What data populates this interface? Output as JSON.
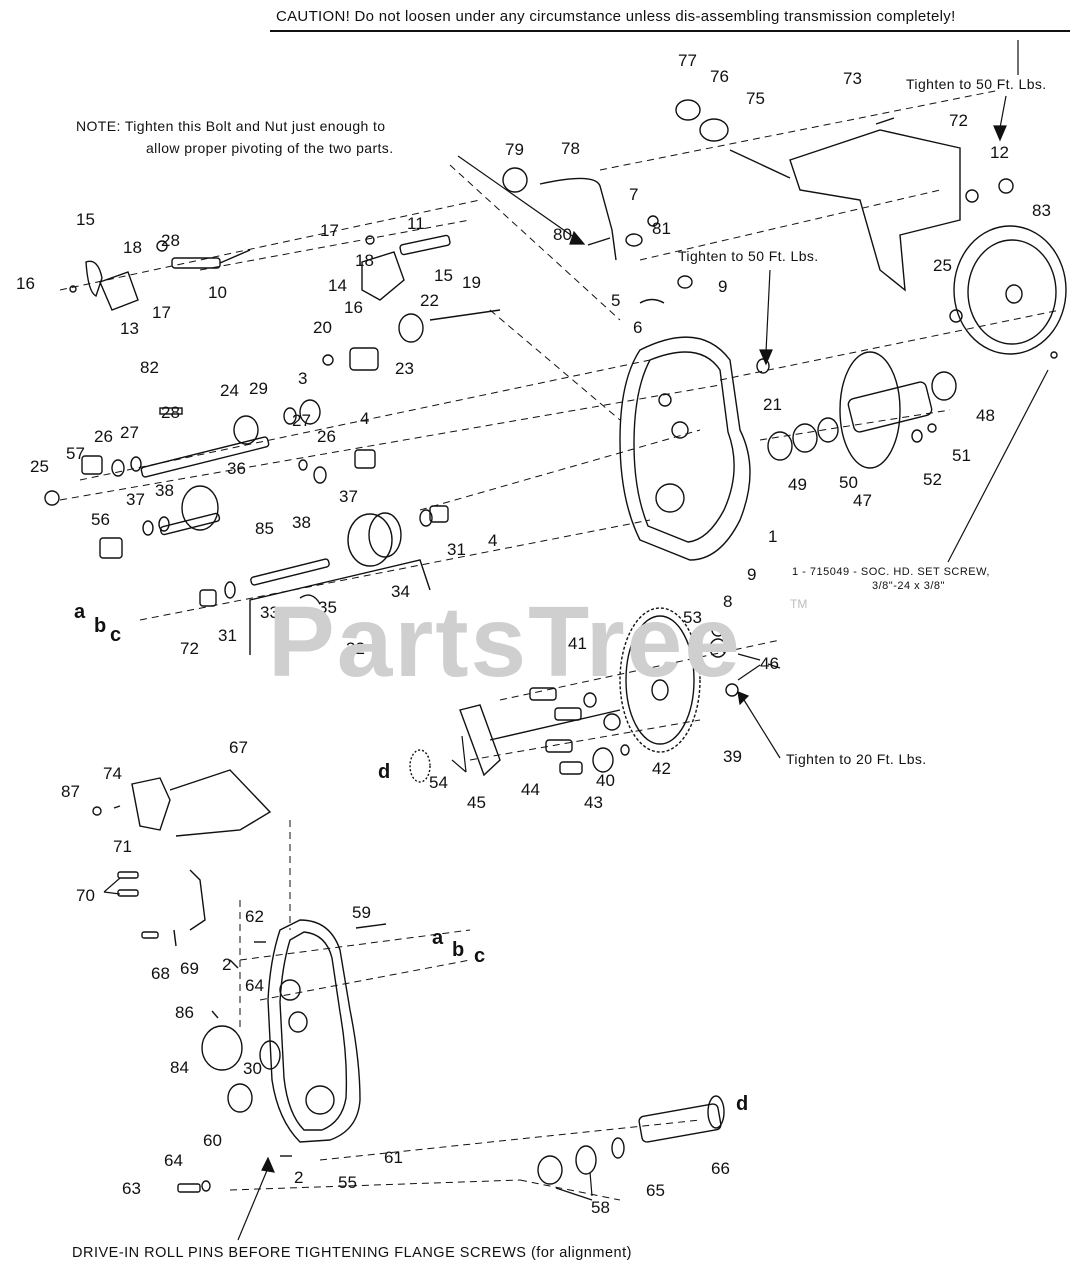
{
  "notes": {
    "caution": "CAUTION! Do not loosen under any circumstance unless dis-assembling transmission completely!",
    "bolt_note_line1": "NOTE: Tighten this Bolt and Nut just enough to",
    "bolt_note_line2": "allow proper pivoting of the two parts.",
    "torque_50_top": "Tighten to 50 Ft. Lbs.",
    "torque_50_mid": "Tighten to 50 Ft. Lbs.",
    "torque_20": "Tighten to 20 Ft. Lbs.",
    "set_screw_line1": "1 - 715049 - SOC. HD. SET SCREW,",
    "set_screw_line2": "3/8\"-24 x 3/8\"",
    "roll_pins": "DRIVE-IN ROLL PINS BEFORE TIGHTENING FLANGE SCREWS (for alignment)"
  },
  "watermark": {
    "text": "PartsTree",
    "tm": "TM"
  },
  "alignment_refs": [
    "a",
    "b",
    "c",
    "d"
  ],
  "part_numbers": [
    "1",
    "2",
    "3",
    "4",
    "5",
    "6",
    "7",
    "8",
    "9",
    "10",
    "11",
    "12",
    "13",
    "14",
    "15",
    "16",
    "17",
    "18",
    "19",
    "20",
    "21",
    "22",
    "23",
    "24",
    "25",
    "26",
    "27",
    "28",
    "29",
    "30",
    "31",
    "32",
    "33",
    "34",
    "35",
    "36",
    "37",
    "38",
    "39",
    "40",
    "41",
    "42",
    "43",
    "44",
    "45",
    "46",
    "47",
    "48",
    "49",
    "50",
    "51",
    "52",
    "53",
    "54",
    "55",
    "56",
    "57",
    "58",
    "59",
    "60",
    "61",
    "62",
    "63",
    "64",
    "65",
    "66",
    "67",
    "68",
    "69",
    "70",
    "71",
    "72",
    "73",
    "74",
    "75",
    "76",
    "77",
    "78",
    "79",
    "80",
    "81",
    "82",
    "83",
    "84",
    "85",
    "86",
    "87"
  ],
  "colors": {
    "ink": "#111111",
    "watermark": "#cfcfcf",
    "background": "#ffffff"
  }
}
